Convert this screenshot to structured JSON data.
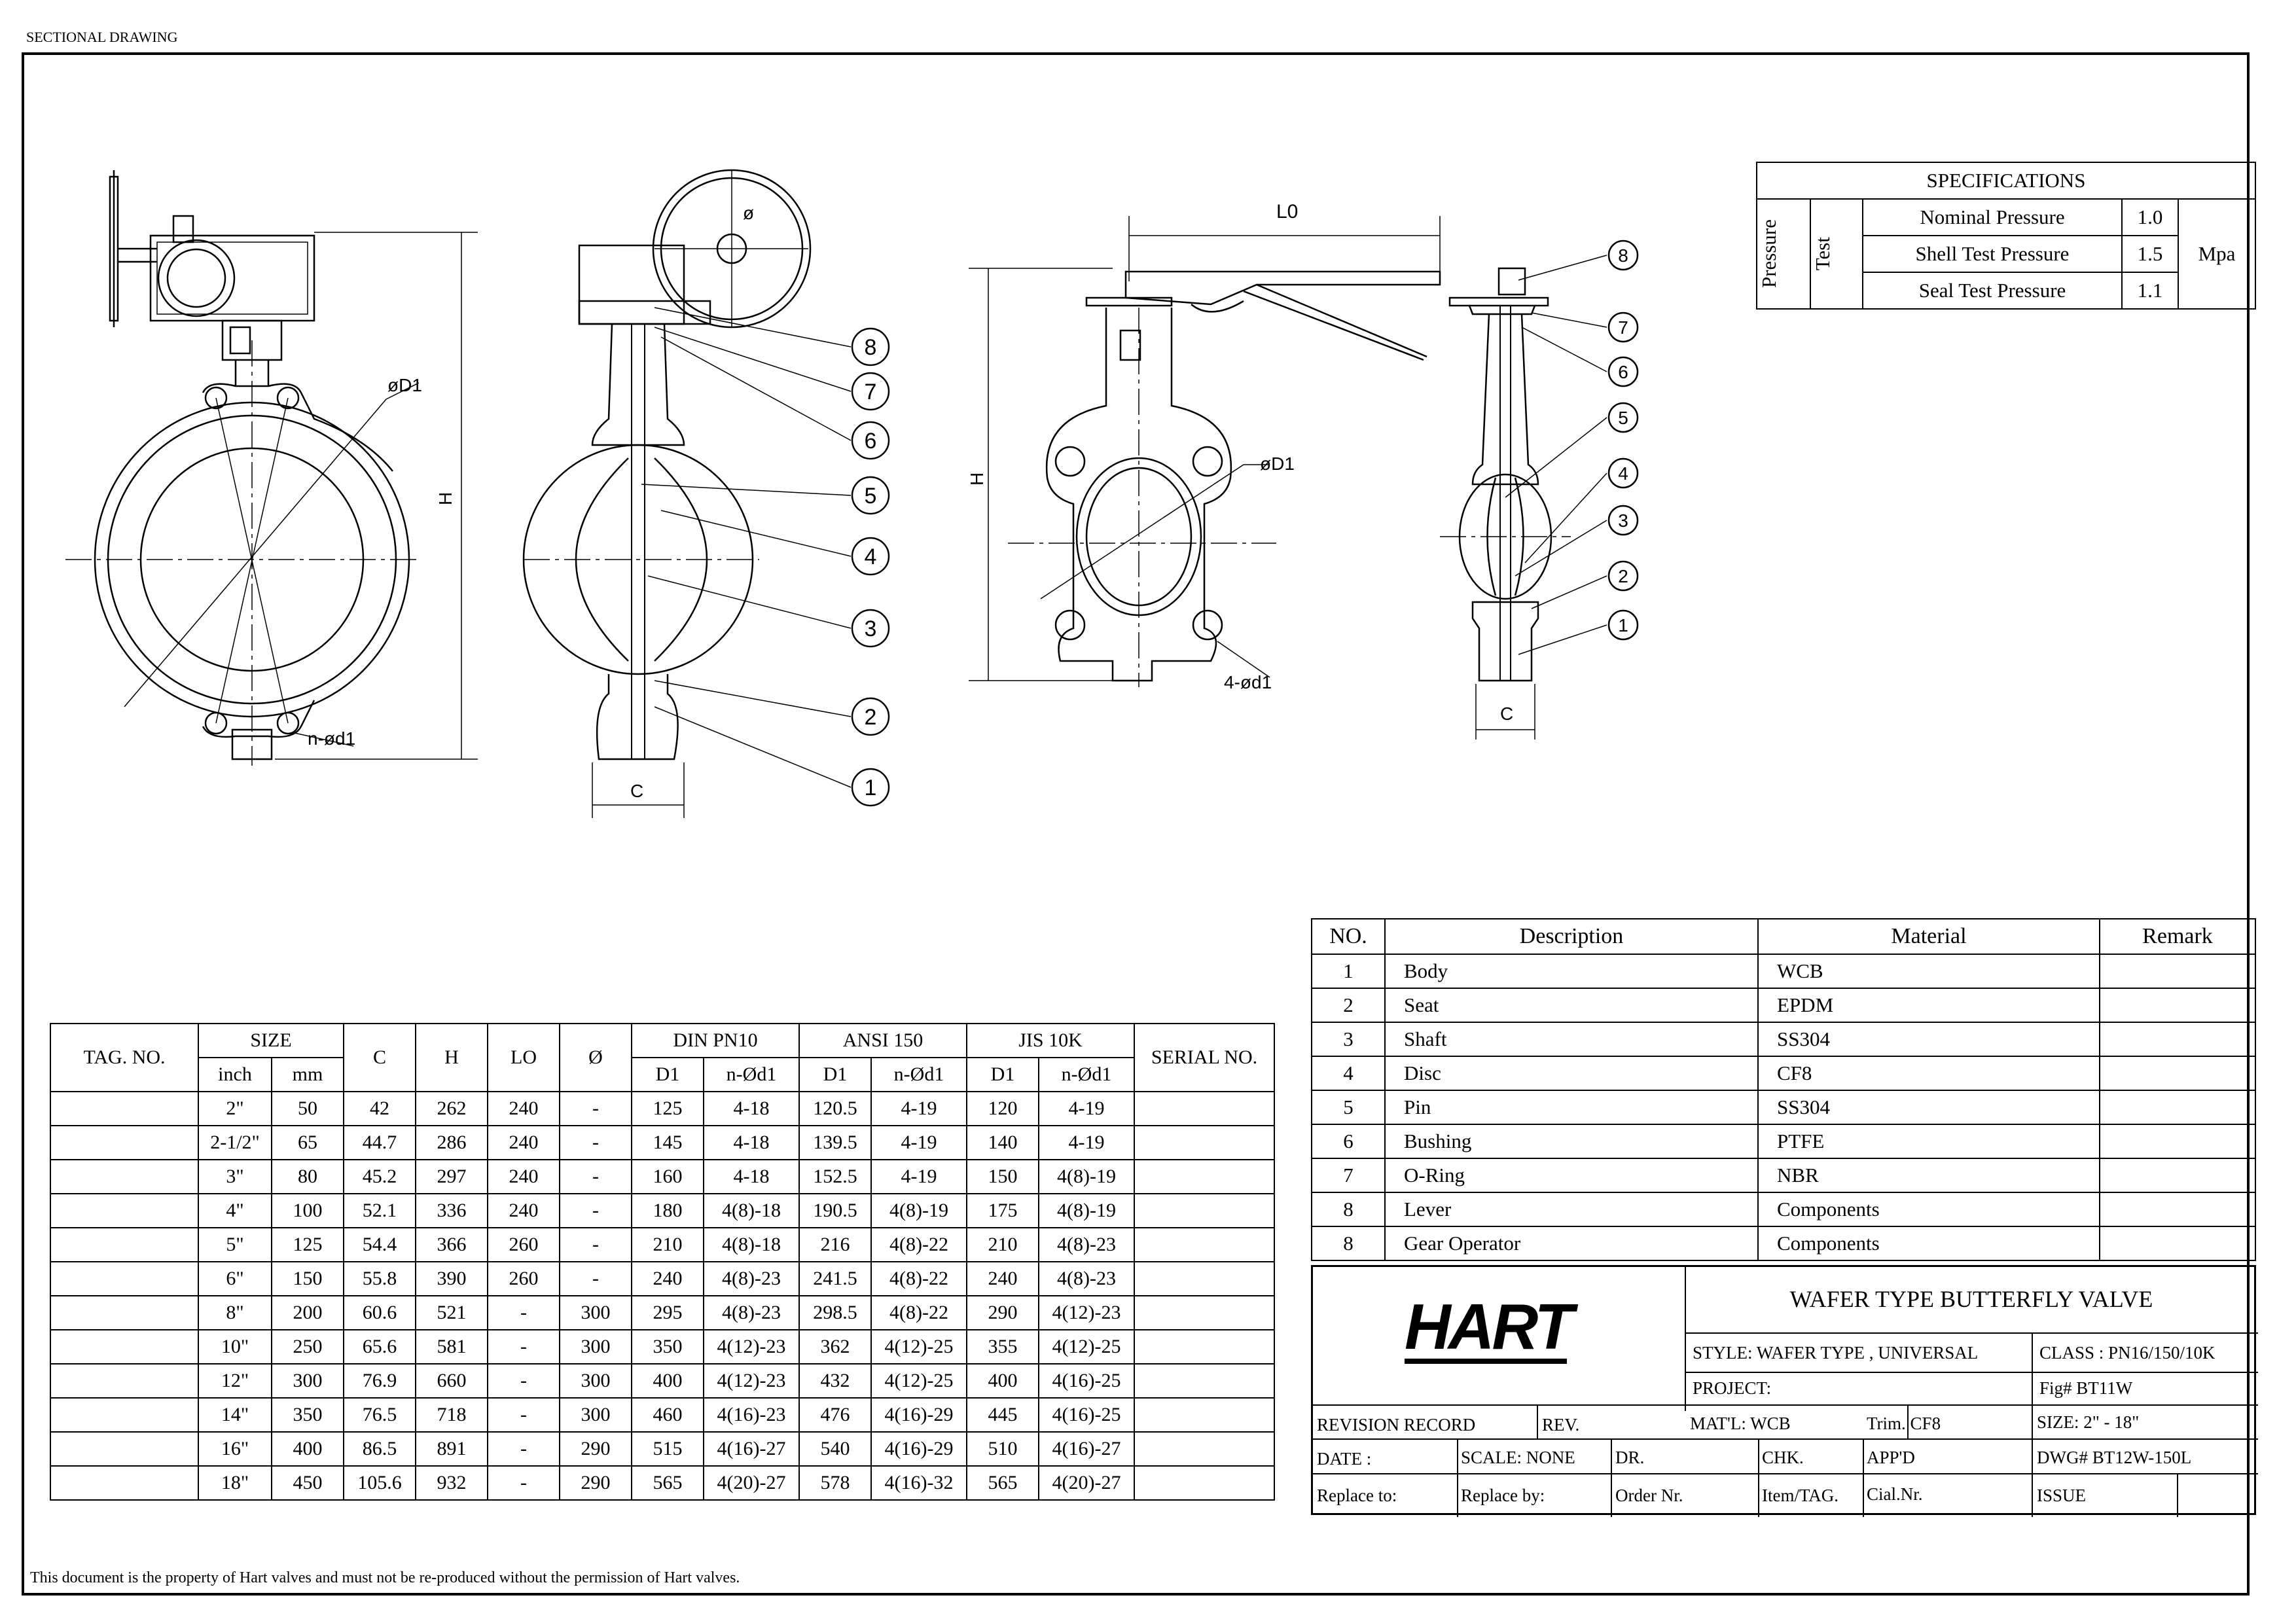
{
  "header": {
    "title": "SECTIONAL DRAWING"
  },
  "footer": {
    "notice": "This document is the property of Hart valves and must not be re-produced without the permission of Hart valves."
  },
  "drawing_labels": {
    "d1": "øD1",
    "nd1": "n-ød1",
    "h": "H",
    "c": "C",
    "lo": "L0",
    "phi": "ø",
    "fourd1": "4-ød1"
  },
  "balloons": [
    "8",
    "7",
    "6",
    "5",
    "4",
    "3",
    "2",
    "1"
  ],
  "specifications": {
    "title": "SPECIFICATIONS",
    "group": "Pressure",
    "subgroup": "Test",
    "unit": "Mpa",
    "rows": [
      {
        "label": "Nominal Pressure",
        "value": "1.0"
      },
      {
        "label": "Shell Test Pressure",
        "value": "1.5"
      },
      {
        "label": "Seal Test Pressure",
        "value": "1.1"
      }
    ]
  },
  "size_table": {
    "headers": {
      "tag": "TAG. NO.",
      "size": "SIZE",
      "inch": "inch",
      "mm": "mm",
      "c": "C",
      "h": "H",
      "lo": "LO",
      "phi": "Ø",
      "din": "DIN PN10",
      "ansi": "ANSI 150",
      "jis": "JIS 10K",
      "d1": "D1",
      "nd1": "n-Ød1",
      "serial": "SERIAL NO."
    },
    "rows": [
      [
        "2\"",
        "50",
        "42",
        "262",
        "240",
        "-",
        "125",
        "4-18",
        "120.5",
        "4-19",
        "120",
        "4-19"
      ],
      [
        "2-1/2\"",
        "65",
        "44.7",
        "286",
        "240",
        "-",
        "145",
        "4-18",
        "139.5",
        "4-19",
        "140",
        "4-19"
      ],
      [
        "3\"",
        "80",
        "45.2",
        "297",
        "240",
        "-",
        "160",
        "4-18",
        "152.5",
        "4-19",
        "150",
        "4(8)-19"
      ],
      [
        "4\"",
        "100",
        "52.1",
        "336",
        "240",
        "-",
        "180",
        "4(8)-18",
        "190.5",
        "4(8)-19",
        "175",
        "4(8)-19"
      ],
      [
        "5\"",
        "125",
        "54.4",
        "366",
        "260",
        "-",
        "210",
        "4(8)-18",
        "216",
        "4(8)-22",
        "210",
        "4(8)-23"
      ],
      [
        "6\"",
        "150",
        "55.8",
        "390",
        "260",
        "-",
        "240",
        "4(8)-23",
        "241.5",
        "4(8)-22",
        "240",
        "4(8)-23"
      ],
      [
        "8\"",
        "200",
        "60.6",
        "521",
        "-",
        "300",
        "295",
        "4(8)-23",
        "298.5",
        "4(8)-22",
        "290",
        "4(12)-23"
      ],
      [
        "10\"",
        "250",
        "65.6",
        "581",
        "-",
        "300",
        "350",
        "4(12)-23",
        "362",
        "4(12)-25",
        "355",
        "4(12)-25"
      ],
      [
        "12\"",
        "300",
        "76.9",
        "660",
        "-",
        "300",
        "400",
        "4(12)-23",
        "432",
        "4(12)-25",
        "400",
        "4(16)-25"
      ],
      [
        "14\"",
        "350",
        "76.5",
        "718",
        "-",
        "300",
        "460",
        "4(16)-23",
        "476",
        "4(16)-29",
        "445",
        "4(16)-25"
      ],
      [
        "16\"",
        "400",
        "86.5",
        "891",
        "-",
        "290",
        "515",
        "4(16)-27",
        "540",
        "4(16)-29",
        "510",
        "4(16)-27"
      ],
      [
        "18\"",
        "450",
        "105.6",
        "932",
        "-",
        "290",
        "565",
        "4(20)-27",
        "578",
        "4(16)-32",
        "565",
        "4(20)-27"
      ]
    ]
  },
  "parts_table": {
    "headers": {
      "no": "NO.",
      "description": "Description",
      "material": "Material",
      "remark": "Remark"
    },
    "rows": [
      [
        "1",
        "Body",
        "WCB",
        ""
      ],
      [
        "2",
        "Seat",
        "EPDM",
        ""
      ],
      [
        "3",
        "Shaft",
        "SS304",
        ""
      ],
      [
        "4",
        "Disc",
        "CF8",
        ""
      ],
      [
        "5",
        "Pin",
        "SS304",
        ""
      ],
      [
        "6",
        "Bushing",
        "PTFE",
        ""
      ],
      [
        "7",
        "O-Ring",
        "NBR",
        ""
      ],
      [
        "8",
        "Lever",
        "Components",
        ""
      ],
      [
        "8",
        "Gear Operator",
        "Components",
        ""
      ]
    ]
  },
  "title_block": {
    "logo": "HART",
    "product": "WAFER TYPE BUTTERFLY VALVE",
    "style": "STYLE:  WAFER TYPE , UNIVERSAL",
    "class": "CLASS : PN16/150/10K",
    "project": "PROJECT:",
    "fig": "Fig#  BT11W",
    "revision_record": "REVISION RECORD",
    "rev": "REV.",
    "matl": "MAT'L: WCB",
    "trim": "Trim.   CF8",
    "size": "SIZE:  2\" - 18\"",
    "date": "DATE :",
    "scale": "SCALE: NONE",
    "dr": "DR.",
    "chk": "CHK.",
    "appd": "APP'D",
    "dwg": "DWG#  BT12W-150L",
    "replace_to": "Replace to:",
    "replace_by": "Replace by:",
    "order_nr": "Order Nr.",
    "item_tag": "Item/TAG.",
    "cial_nr": "Cial.Nr.",
    "issue": "ISSUE"
  }
}
